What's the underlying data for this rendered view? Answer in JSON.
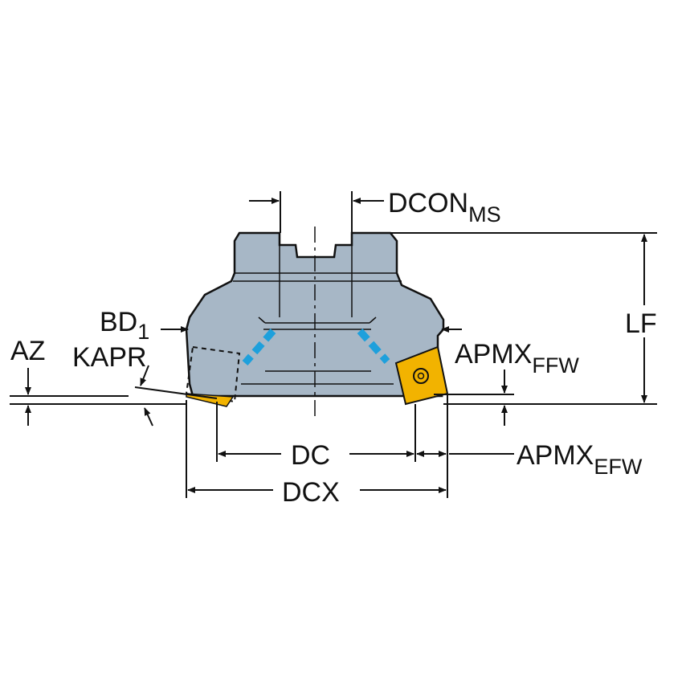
{
  "labels": {
    "dcon": {
      "main": "DCON",
      "sub": "MS"
    },
    "lf": "LF",
    "bd1": {
      "main": "BD",
      "sub": "1"
    },
    "az": "AZ",
    "kapr": "KAPR",
    "apmx_ffw": {
      "main": "APMX",
      "sub": "FFW"
    },
    "dc": "DC",
    "apmx_efw": {
      "main": "APMX",
      "sub": "EFW"
    },
    "dcx": "DCX"
  },
  "colors": {
    "body": "#a7b7c6",
    "body_dark": "#8a9bab",
    "insert": "#f2b300",
    "coolant": "#1ea0dc",
    "line": "#111111"
  }
}
